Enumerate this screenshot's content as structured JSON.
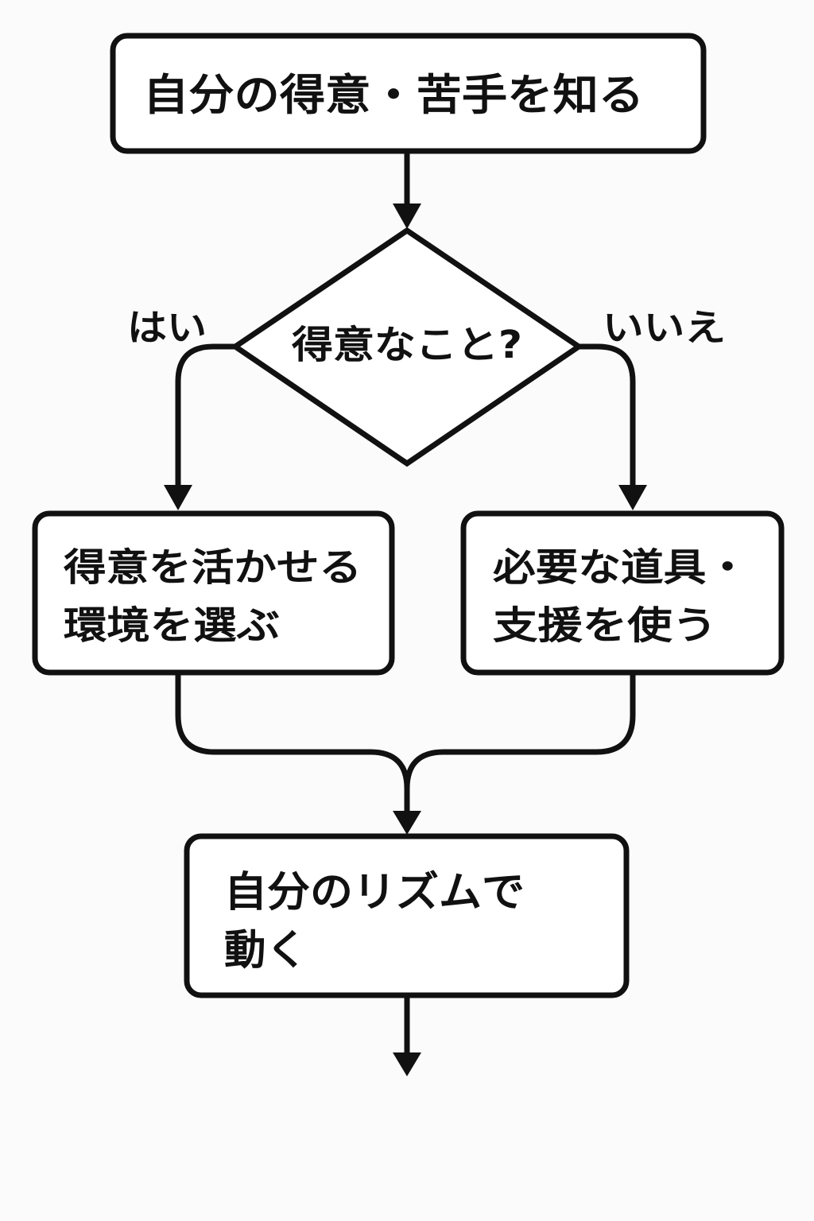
{
  "flowchart": {
    "start": "自分の得意・苦手を知る",
    "decision": "得意なこと?",
    "yes_label": "はい",
    "no_label": "いいえ",
    "yes_step": [
      "得意を活かせる",
      "環境を選ぶ"
    ],
    "no_step": [
      "必要な道具・",
      "支援を使う"
    ],
    "end": [
      "自分のリズムで",
      "動く"
    ]
  },
  "colors": {
    "line": "#111111",
    "box_fill": "#ffffff",
    "background": "#fbfbfb"
  }
}
